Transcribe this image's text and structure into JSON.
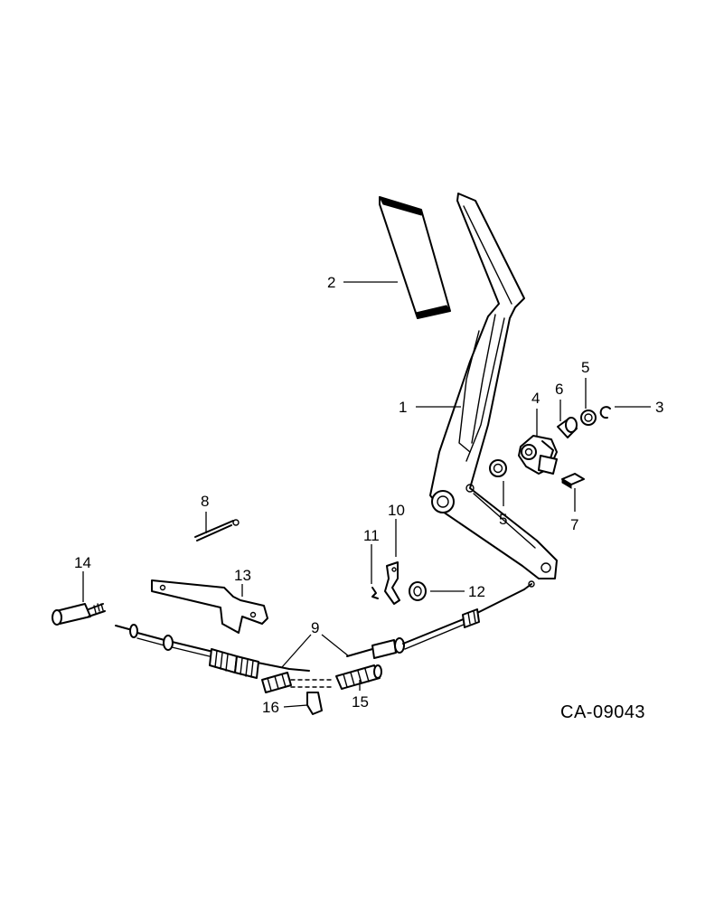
{
  "drawing_code": "CA-09043",
  "callouts": {
    "c1": "1",
    "c2": "2",
    "c3": "3",
    "c4": "4",
    "c5a": "5",
    "c5b": "5",
    "c6": "6",
    "c7": "7",
    "c8": "8",
    "c9": "9",
    "c10": "10",
    "c11": "11",
    "c12": "12",
    "c13": "13",
    "c14": "14",
    "c15": "15",
    "c16": "16"
  }
}
